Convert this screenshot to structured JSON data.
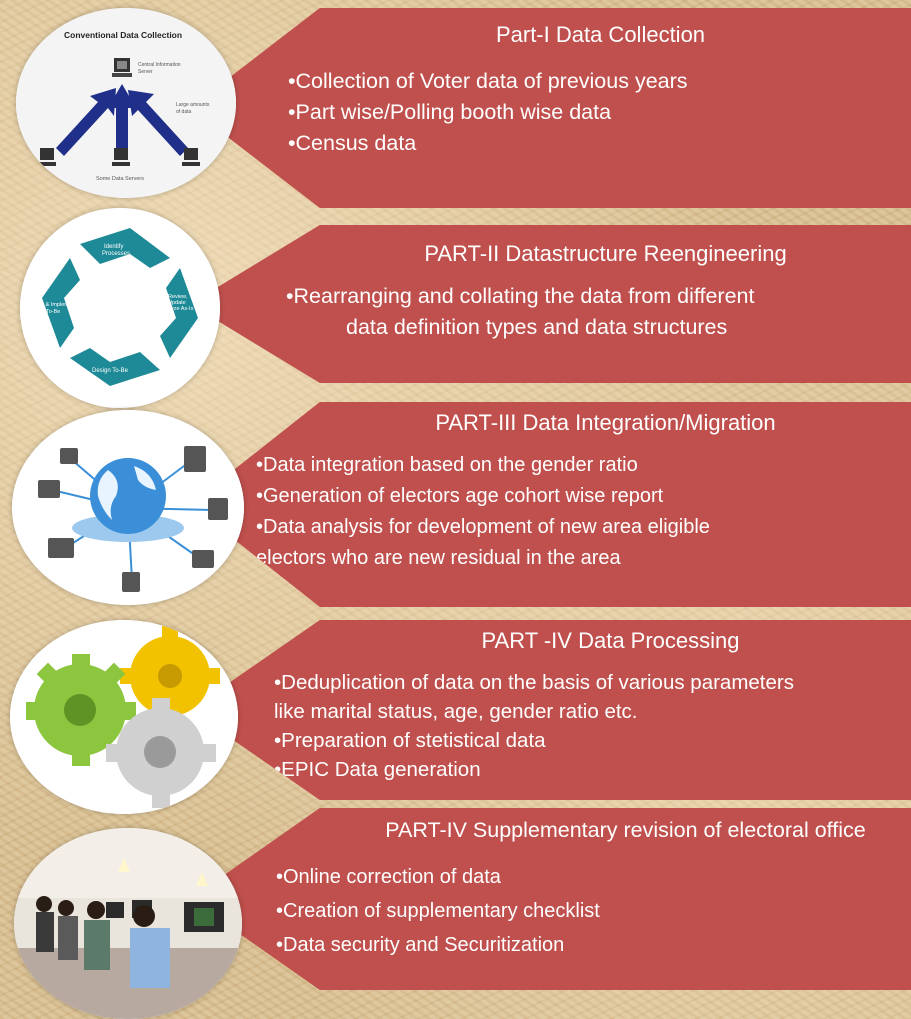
{
  "sections": [
    {
      "title": "Part-I Data Collection",
      "bullets": [
        "•Collection of Voter data of previous years",
        "•Part wise/Polling booth wise data",
        "•Census data"
      ],
      "image": {
        "label": "Conventional Data Collection",
        "server_label": "Central Information Server",
        "data_label": "Large amount of data",
        "clients_label": "Some Data Servers"
      }
    },
    {
      "title": "PART-II Datastructure Reengineering",
      "bullets": [
        "•Rearranging and collating the data from different",
        "data definition types and data structures"
      ],
      "image": {
        "step1": "Identify Processes",
        "step2": "Review, Update Analyze As-Is",
        "step3": "Design To-Be",
        "step4": "Test & Implement To-Be"
      }
    },
    {
      "title": "PART-III Data Integration/Migration",
      "bullets": [
        "•Data integration based on the gender ratio",
        "•Generation of  electors age cohort wise report",
        "•Data analysis for development of new area eligible",
        " electors who are new residual in the area"
      ]
    },
    {
      "title": "PART -IV Data Processing",
      "bullets": [
        "•Deduplication of data on the basis of various parameters",
        " like marital status, age, gender ratio etc.",
        "•Preparation of stetistical data",
        "•EPIC Data generation"
      ]
    },
    {
      "title": "PART-IV Supplementary revision of electoral office",
      "bullets": [
        "•Online correction of data",
        "•Creation of supplementary checklist",
        "•Data security and Securitization"
      ]
    }
  ],
  "colors": {
    "banner": "#c0504d",
    "background": "#d9bf8f",
    "cycle_arrow": "#1f8a97",
    "gear_green": "#8cc63f",
    "gear_yellow": "#f2c200",
    "gear_gray": "#d0d0d0"
  }
}
